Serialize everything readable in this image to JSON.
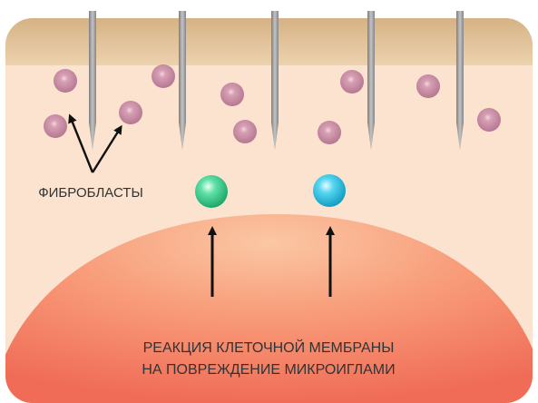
{
  "labels": {
    "fibroblasts": "ФИБРОБЛАСТЫ",
    "reaction_line1": "РЕАКЦИЯ КЛЕТОЧНОЙ МЕМБРАНЫ",
    "reaction_line2": "НА ПОВРЕЖДЕНИЕ МИКРОИГЛАМИ"
  },
  "colors": {
    "epidermis": "#d9b68a",
    "dermis": "#fbe3cf",
    "membrane": "#f58a6a",
    "fibroblast": "#c58a9f",
    "needle": "#9c9c9c",
    "green_cell": "#3fcf8f",
    "cyan_cell": "#35c7e6",
    "arrow": "#111111"
  },
  "counts": {
    "needles": 5,
    "fibroblasts": 10
  }
}
